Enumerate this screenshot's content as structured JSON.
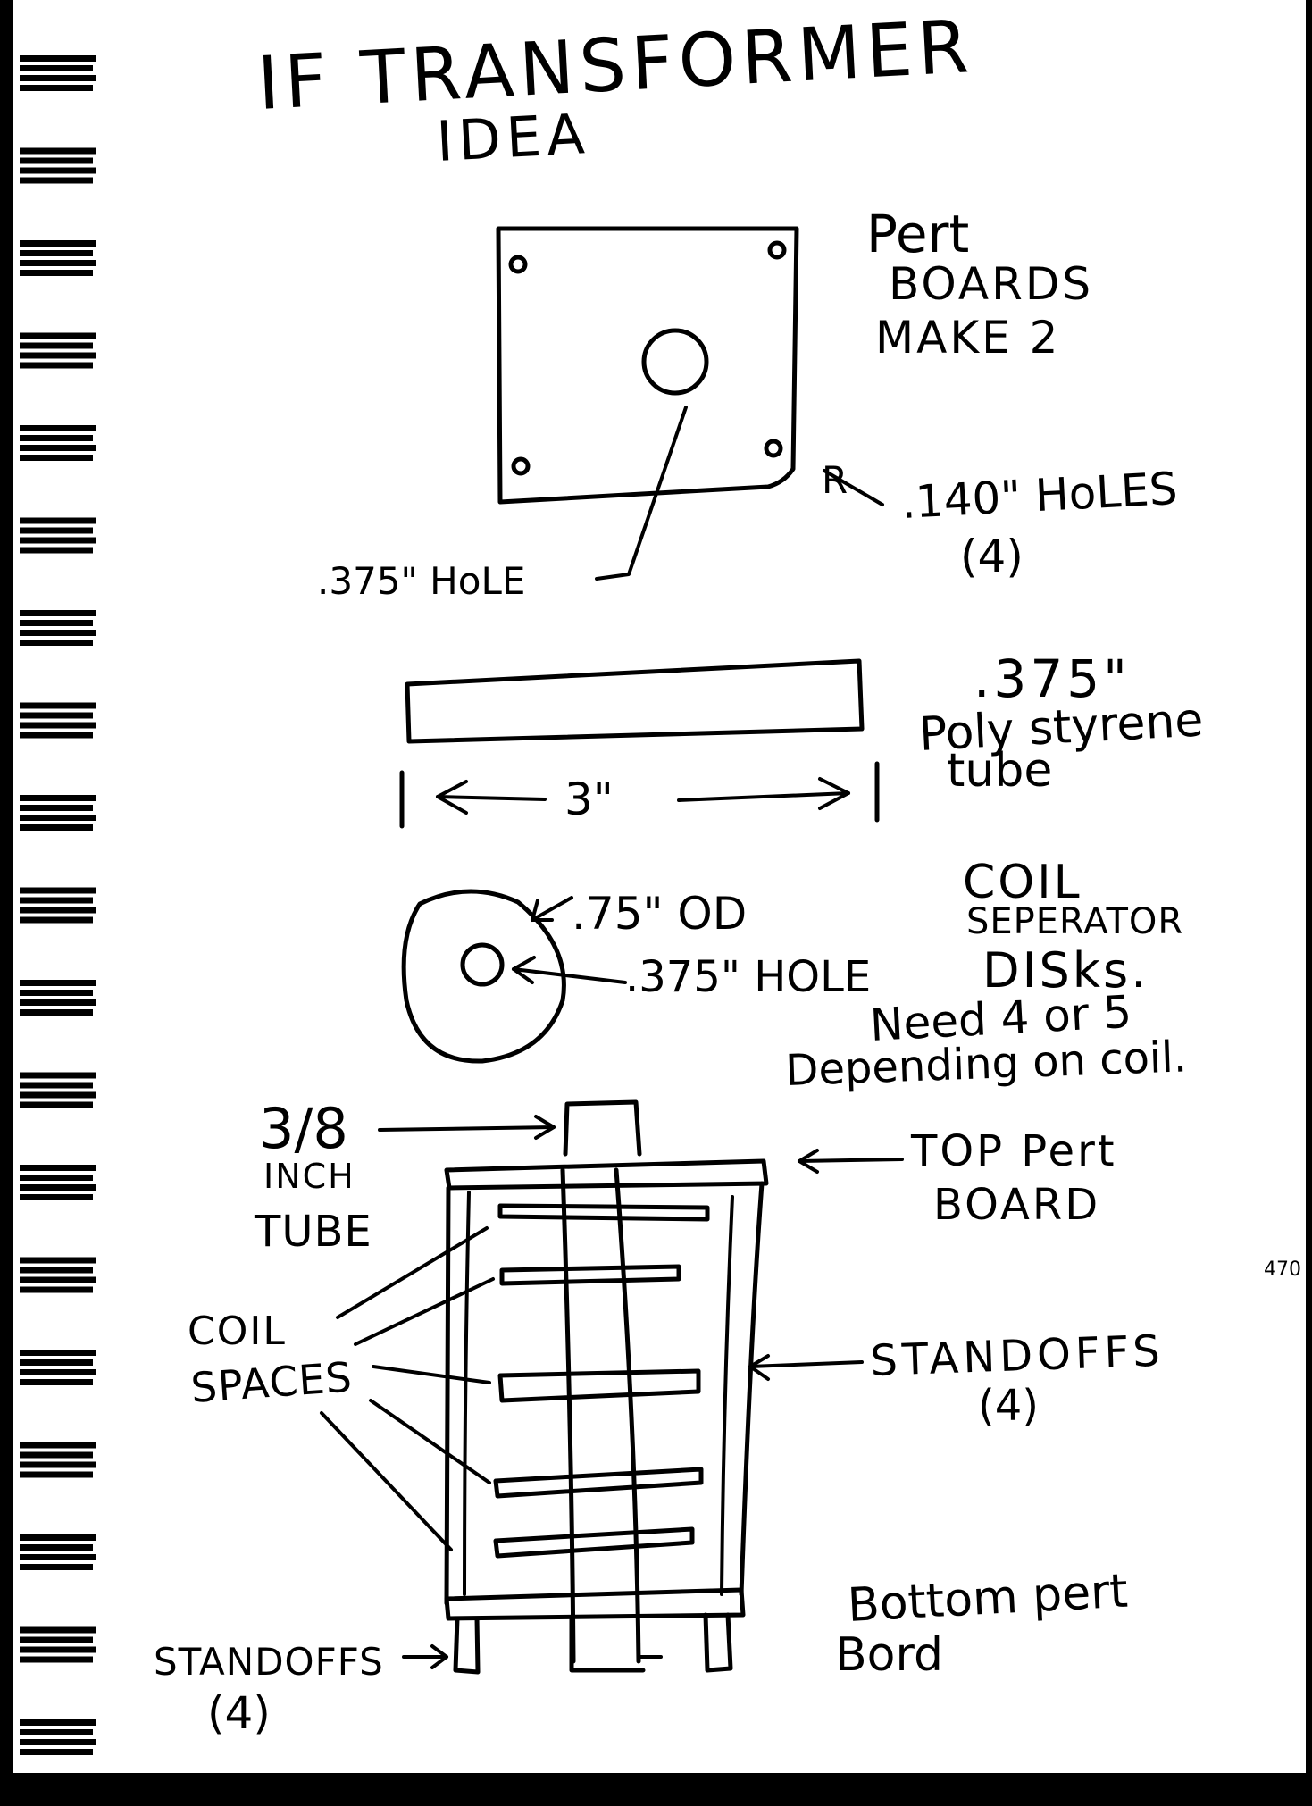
{
  "title": {
    "line1": "IF TRANSFORMER",
    "line2": "IDEA"
  },
  "perf_board": {
    "label_line1": "Pert",
    "label_line2": "BOARDS",
    "label_line3": "MAKE 2",
    "center_hole": ".375\" HoLE",
    "corner_holes_line1": ".140\" HoLES",
    "corner_holes_line2": "(4)"
  },
  "tube": {
    "label_line1": ".375\"",
    "label_line2": "Poly styrene",
    "label_line3": "tube",
    "length": "3\""
  },
  "disk": {
    "od_label": ".75\" OD",
    "hole_label": ".375\" HOLE",
    "title_line1": "COIL",
    "title_line2": "SEPERATOR",
    "title_line3": "DISks.",
    "note_line1": "Need 4 or 5",
    "note_line2": "Depending on coil."
  },
  "assembly": {
    "tube_label_line1": "3/8",
    "tube_label_line2": "INCH",
    "tube_label_line3": "TUBE",
    "top_board_line1": "TOP Pert",
    "top_board_line2": "BOARD",
    "coil_spaces_line1": "COIL",
    "coil_spaces_line2": "SPACES",
    "standoffs_right_line1": "STANDOFFS",
    "standoffs_right_line2": "(4)",
    "bottom_board_line1": "Bottom pert",
    "bottom_board_line2": "Bord",
    "standoffs_bottom_line1": "STANDOFFS",
    "standoffs_bottom_line2": "(4)"
  },
  "margin_mark": "470"
}
